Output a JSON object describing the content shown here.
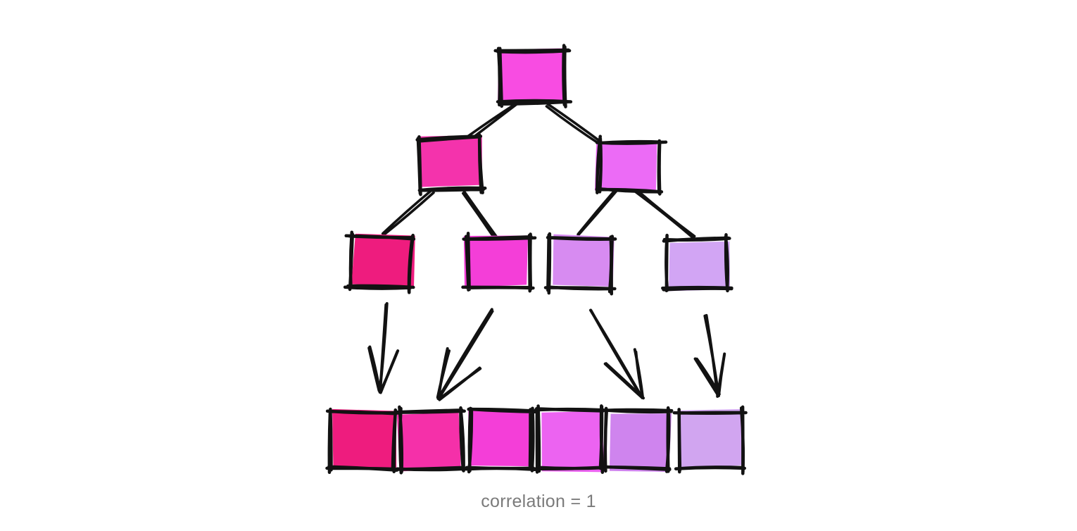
{
  "diagram": {
    "type": "tree",
    "caption": "correlation = 1",
    "colors": {
      "background": "#ffffff",
      "stroke": "#121212",
      "caption_text": "#7b7b7b"
    },
    "tree": {
      "root": {
        "id": "root",
        "color": "#f84ce2"
      },
      "level2": [
        {
          "id": "child-left",
          "color": "#f433ac"
        },
        {
          "id": "child-right",
          "color": "#ec6bf6"
        }
      ],
      "level3": [
        {
          "id": "grandchild-1",
          "color": "#ee1c7e"
        },
        {
          "id": "grandchild-2",
          "color": "#f43ed8"
        },
        {
          "id": "grandchild-3",
          "color": "#d78bf1"
        },
        {
          "id": "grandchild-4",
          "color": "#d2a5f4"
        }
      ],
      "leaves": [
        {
          "id": "leaf-1",
          "color": "#ee1c7e"
        },
        {
          "id": "leaf-2",
          "color": "#f530a9"
        },
        {
          "id": "leaf-3",
          "color": "#f43ed8"
        },
        {
          "id": "leaf-4",
          "color": "#ec63f1"
        },
        {
          "id": "leaf-5",
          "color": "#cf84ee"
        },
        {
          "id": "leaf-6",
          "color": "#d1a5f0"
        }
      ]
    }
  }
}
